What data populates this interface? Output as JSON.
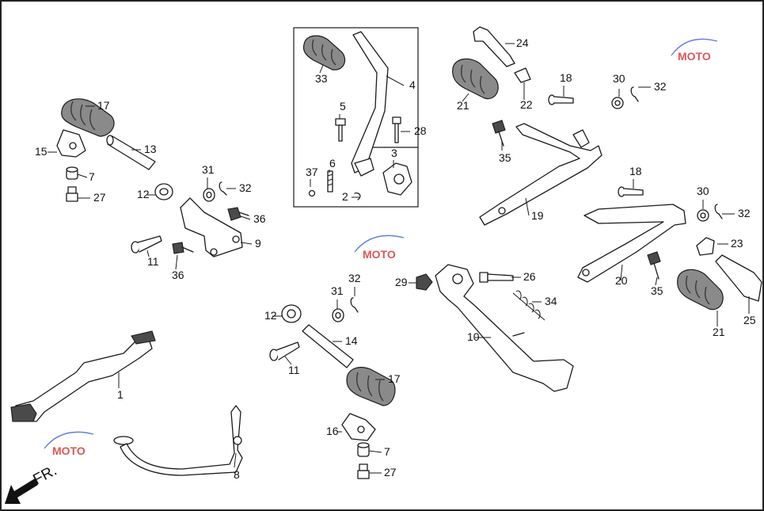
{
  "diagram": {
    "direction_label": "FR.",
    "watermark_text": "MOTO",
    "colors": {
      "line": "#1a1a1a",
      "grip": "#8a8a8a",
      "border": "#222222",
      "watermark_red": "#d63a3a",
      "watermark_blue": "#3a5fd6"
    },
    "labels": [
      "1",
      "2",
      "3",
      "4",
      "5",
      "6",
      "7",
      "7",
      "8",
      "9",
      "10",
      "11",
      "11",
      "12",
      "12",
      "13",
      "14",
      "15",
      "16",
      "17",
      "17",
      "18",
      "18",
      "19",
      "20",
      "21",
      "21",
      "22",
      "23",
      "24",
      "25",
      "26",
      "27",
      "27",
      "28",
      "29",
      "30",
      "30",
      "31",
      "31",
      "32",
      "32",
      "32",
      "32",
      "33",
      "34",
      "35",
      "35",
      "36",
      "36",
      "37"
    ]
  }
}
